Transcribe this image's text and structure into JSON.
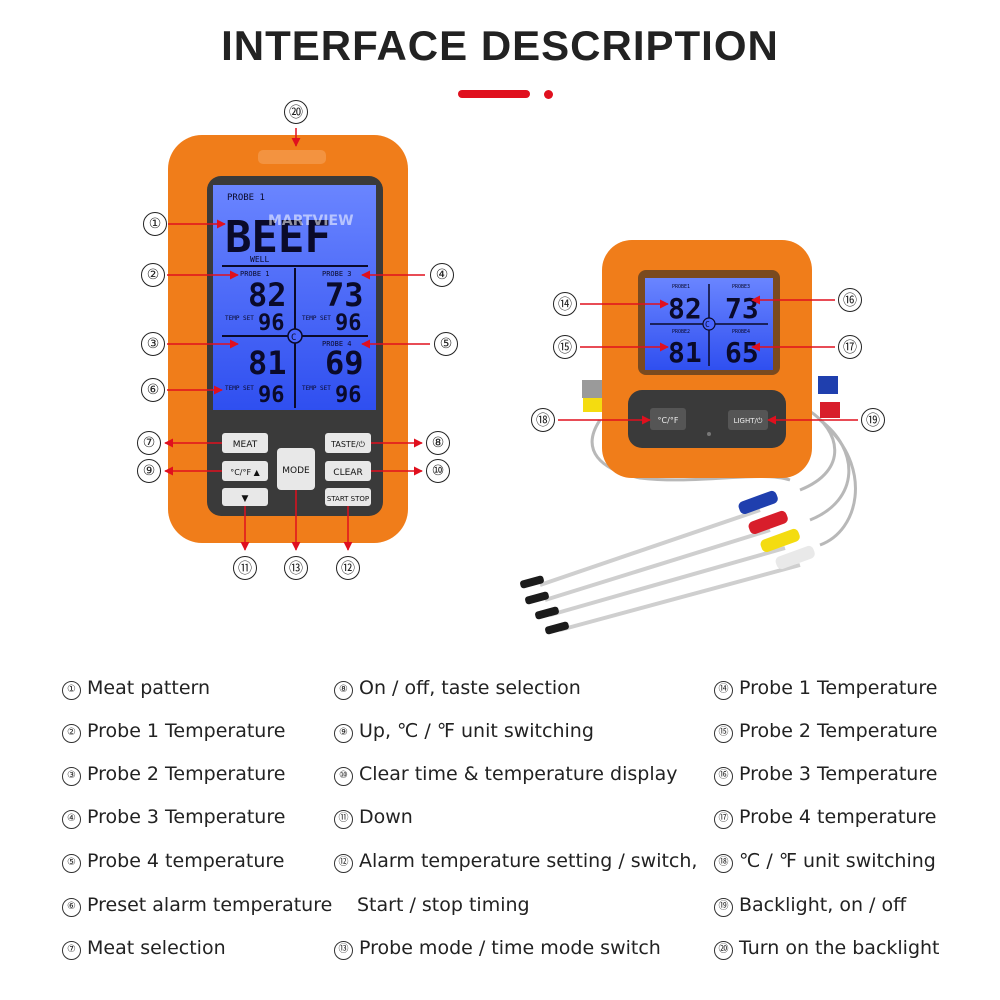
{
  "title": "INTERFACE DESCRIPTION",
  "watermark": "MARTVIEW",
  "colors": {
    "accent": "#e0101e",
    "case": "#f07d1a",
    "lcd": "#3c5cff"
  },
  "device_main": {
    "lcd": {
      "header": "PROBE 1",
      "meat_text": "BEEF",
      "doneness": "WELL",
      "probes": [
        {
          "label": "PROBE 1",
          "temp": "82",
          "set_label": "TEMP SET",
          "set_value": "96"
        },
        {
          "label": "PROBE 3",
          "temp": "73",
          "set_label": "TEMP SET",
          "set_value": "96"
        },
        {
          "label": "",
          "temp": "81",
          "set_label": "TEMP SET",
          "set_value": "96"
        },
        {
          "label": "PROBE 4",
          "temp": "69",
          "set_label": "TEMP SET",
          "set_value": "96"
        }
      ],
      "unit": "C"
    },
    "buttons": {
      "meat": "MEAT",
      "taste": "TASTE/⏻",
      "up": "°C/°F ▲",
      "mode": "MODE",
      "clear": "CLEAR",
      "down": "▼",
      "start": "START STOP"
    }
  },
  "device_small": {
    "lcd": {
      "probes": [
        {
          "label": "PROBE1",
          "temp": "82"
        },
        {
          "label": "PROBE3",
          "temp": "73"
        },
        {
          "label": "PROBE2",
          "temp": "81"
        },
        {
          "label": "PROBE4",
          "temp": "65"
        }
      ],
      "unit": "C"
    },
    "buttons": {
      "unit": "°C/°F",
      "light": "LIGHT/⏻"
    }
  },
  "callouts": [
    "①",
    "②",
    "③",
    "④",
    "⑤",
    "⑥",
    "⑦",
    "⑧",
    "⑨",
    "⑩",
    "⑪",
    "⑫",
    "⑬",
    "⑭",
    "⑮",
    "⑯",
    "⑰",
    "⑱",
    "⑲",
    "⑳"
  ],
  "legend": {
    "col1": [
      {
        "num": "①",
        "text": "Meat pattern"
      },
      {
        "num": "②",
        "text": "Probe 1 Temperature"
      },
      {
        "num": "③",
        "text": "Probe 2 Temperature"
      },
      {
        "num": "④",
        "text": "Probe 3 Temperature"
      },
      {
        "num": "⑤",
        "text": "Probe 4 temperature"
      },
      {
        "num": "⑥",
        "text": "Preset alarm temperature"
      },
      {
        "num": "⑦",
        "text": "Meat selection"
      }
    ],
    "col2": [
      {
        "num": "⑧",
        "text": "On / off, taste selection"
      },
      {
        "num": "⑨",
        "text": "Up, ℃ / ℉ unit switching"
      },
      {
        "num": "⑩",
        "text": "Clear time & temperature display"
      },
      {
        "num": "⑪",
        "text": "Down"
      },
      {
        "num": "⑫",
        "text": "Alarm temperature setting / switch,"
      },
      {
        "num": "",
        "text": "Start / stop timing"
      },
      {
        "num": "⑬",
        "text": "Probe mode / time mode switch"
      }
    ],
    "col3": [
      {
        "num": "⑭",
        "text": "Probe 1 Temperature"
      },
      {
        "num": "⑮",
        "text": "Probe 2 Temperature"
      },
      {
        "num": "⑯",
        "text": "Probe 3 Temperature"
      },
      {
        "num": "⑰",
        "text": "Probe 4 temperature"
      },
      {
        "num": "⑱",
        "text": "℃ / ℉ unit switching"
      },
      {
        "num": "⑲",
        "text": "Backlight, on / off"
      },
      {
        "num": "⑳",
        "text": "Turn on the backlight"
      }
    ]
  }
}
